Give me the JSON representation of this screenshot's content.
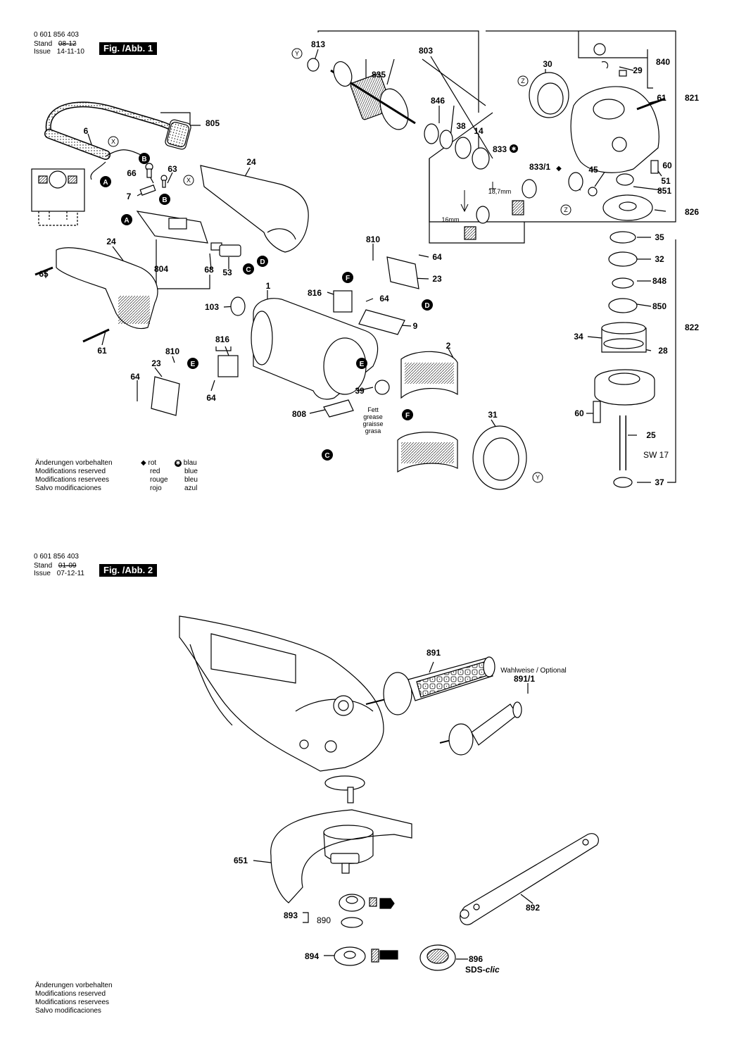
{
  "fig1": {
    "part_no": "0 601 856 403",
    "stand_label": "Stand",
    "stand_old": "08-12",
    "issue_label": "Issue",
    "issue_date": "14-11-10",
    "badge": "Fig. /Abb. 1",
    "parts": {
      "p813": "813",
      "p803": "803",
      "p835": "835",
      "p840": "840",
      "p30": "30",
      "p29": "29",
      "p821": "821",
      "p61a": "61",
      "p846": "846",
      "p38": "38",
      "p14": "14",
      "p833": "833",
      "p8331": "833/1",
      "p45": "45",
      "p60a": "60",
      "p51": "51",
      "p851": "851",
      "p826": "826",
      "p805": "805",
      "p6": "6",
      "p24a": "24",
      "p66": "66",
      "p63": "63",
      "p7": "7",
      "p804": "804",
      "p68": "68",
      "p53": "53",
      "p24b": "24",
      "p65": "65",
      "p61b": "61",
      "p810a": "810",
      "p64a": "64",
      "p23a": "23",
      "p816a": "816",
      "p64b": "64",
      "p1": "1",
      "p103": "103",
      "p9": "9",
      "p2": "2",
      "p816b": "816",
      "p810b": "810",
      "p23b": "23",
      "p64c": "64",
      "p64d": "64",
      "p39": "39",
      "p808": "808",
      "p31": "31",
      "p35": "35",
      "p32": "32",
      "p848": "848",
      "p850": "850",
      "p34": "34",
      "p28": "28",
      "p822": "822",
      "p60b": "60",
      "p25": "25",
      "p37": "37"
    },
    "dims": {
      "d187": "18,7mm",
      "d16": "16mm",
      "sw17": "SW 17"
    },
    "grease": [
      "Fett",
      "grease",
      "graisse",
      "grasa"
    ],
    "callouts": {
      "a": "A",
      "b": "B",
      "c": "C",
      "d": "D",
      "e": "E",
      "f": "F",
      "x": "X",
      "y": "Y",
      "z": "Z"
    },
    "notes": [
      "Änderungen vorbehalten",
      "Modifications reserved",
      "Modifications reservees",
      "Salvo modificaciones"
    ],
    "legend_left": [
      "rot",
      "red",
      "rouge",
      "rojo"
    ],
    "legend_right": [
      "blau",
      "blue",
      "bleu",
      "azul"
    ],
    "legend_icons": [
      "diamond-icon",
      "star-circle-icon"
    ]
  },
  "fig2": {
    "part_no": "0 601 856 403",
    "stand_label": "Stand",
    "stand_old": "01-09",
    "issue_label": "Issue",
    "issue_date": "07-12-11",
    "badge": "Fig. /Abb. 2",
    "optional": "Wahlweise / Optional",
    "parts": {
      "p891": "891",
      "p8911": "891/1",
      "p651": "651",
      "p892": "892",
      "p893": "893",
      "p890": "890",
      "p894": "894",
      "p896": "896"
    },
    "sds": "SDS-",
    "sds_suffix": "clic",
    "notes": [
      "Änderungen vorbehalten",
      "Modifications reserved",
      "Modifications reservees",
      "Salvo modificaciones"
    ]
  }
}
